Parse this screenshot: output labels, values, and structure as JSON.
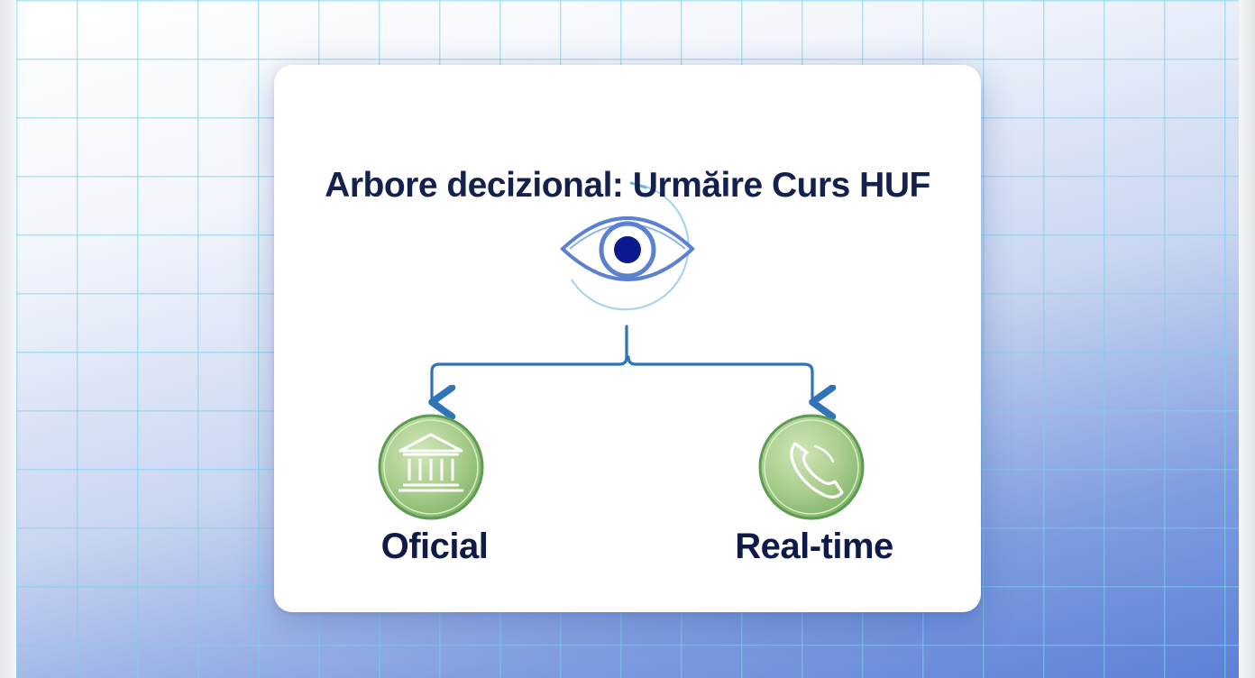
{
  "diagram": {
    "title": "Arbore decizional: Urmăire Curs HUF",
    "root": {
      "icon": "eye-icon"
    },
    "branches": [
      {
        "label": "Oficial",
        "icon": "bank-icon"
      },
      {
        "label": "Real-time",
        "icon": "phone-icon"
      }
    ]
  },
  "colors": {
    "title": "#14204e",
    "connector": "#2f74b8",
    "leaf_fill": "#a7cc8a",
    "leaf_border": "#5d9a52",
    "eye_stroke": "#5b7fd1",
    "pupil": "#0a1a8c"
  }
}
